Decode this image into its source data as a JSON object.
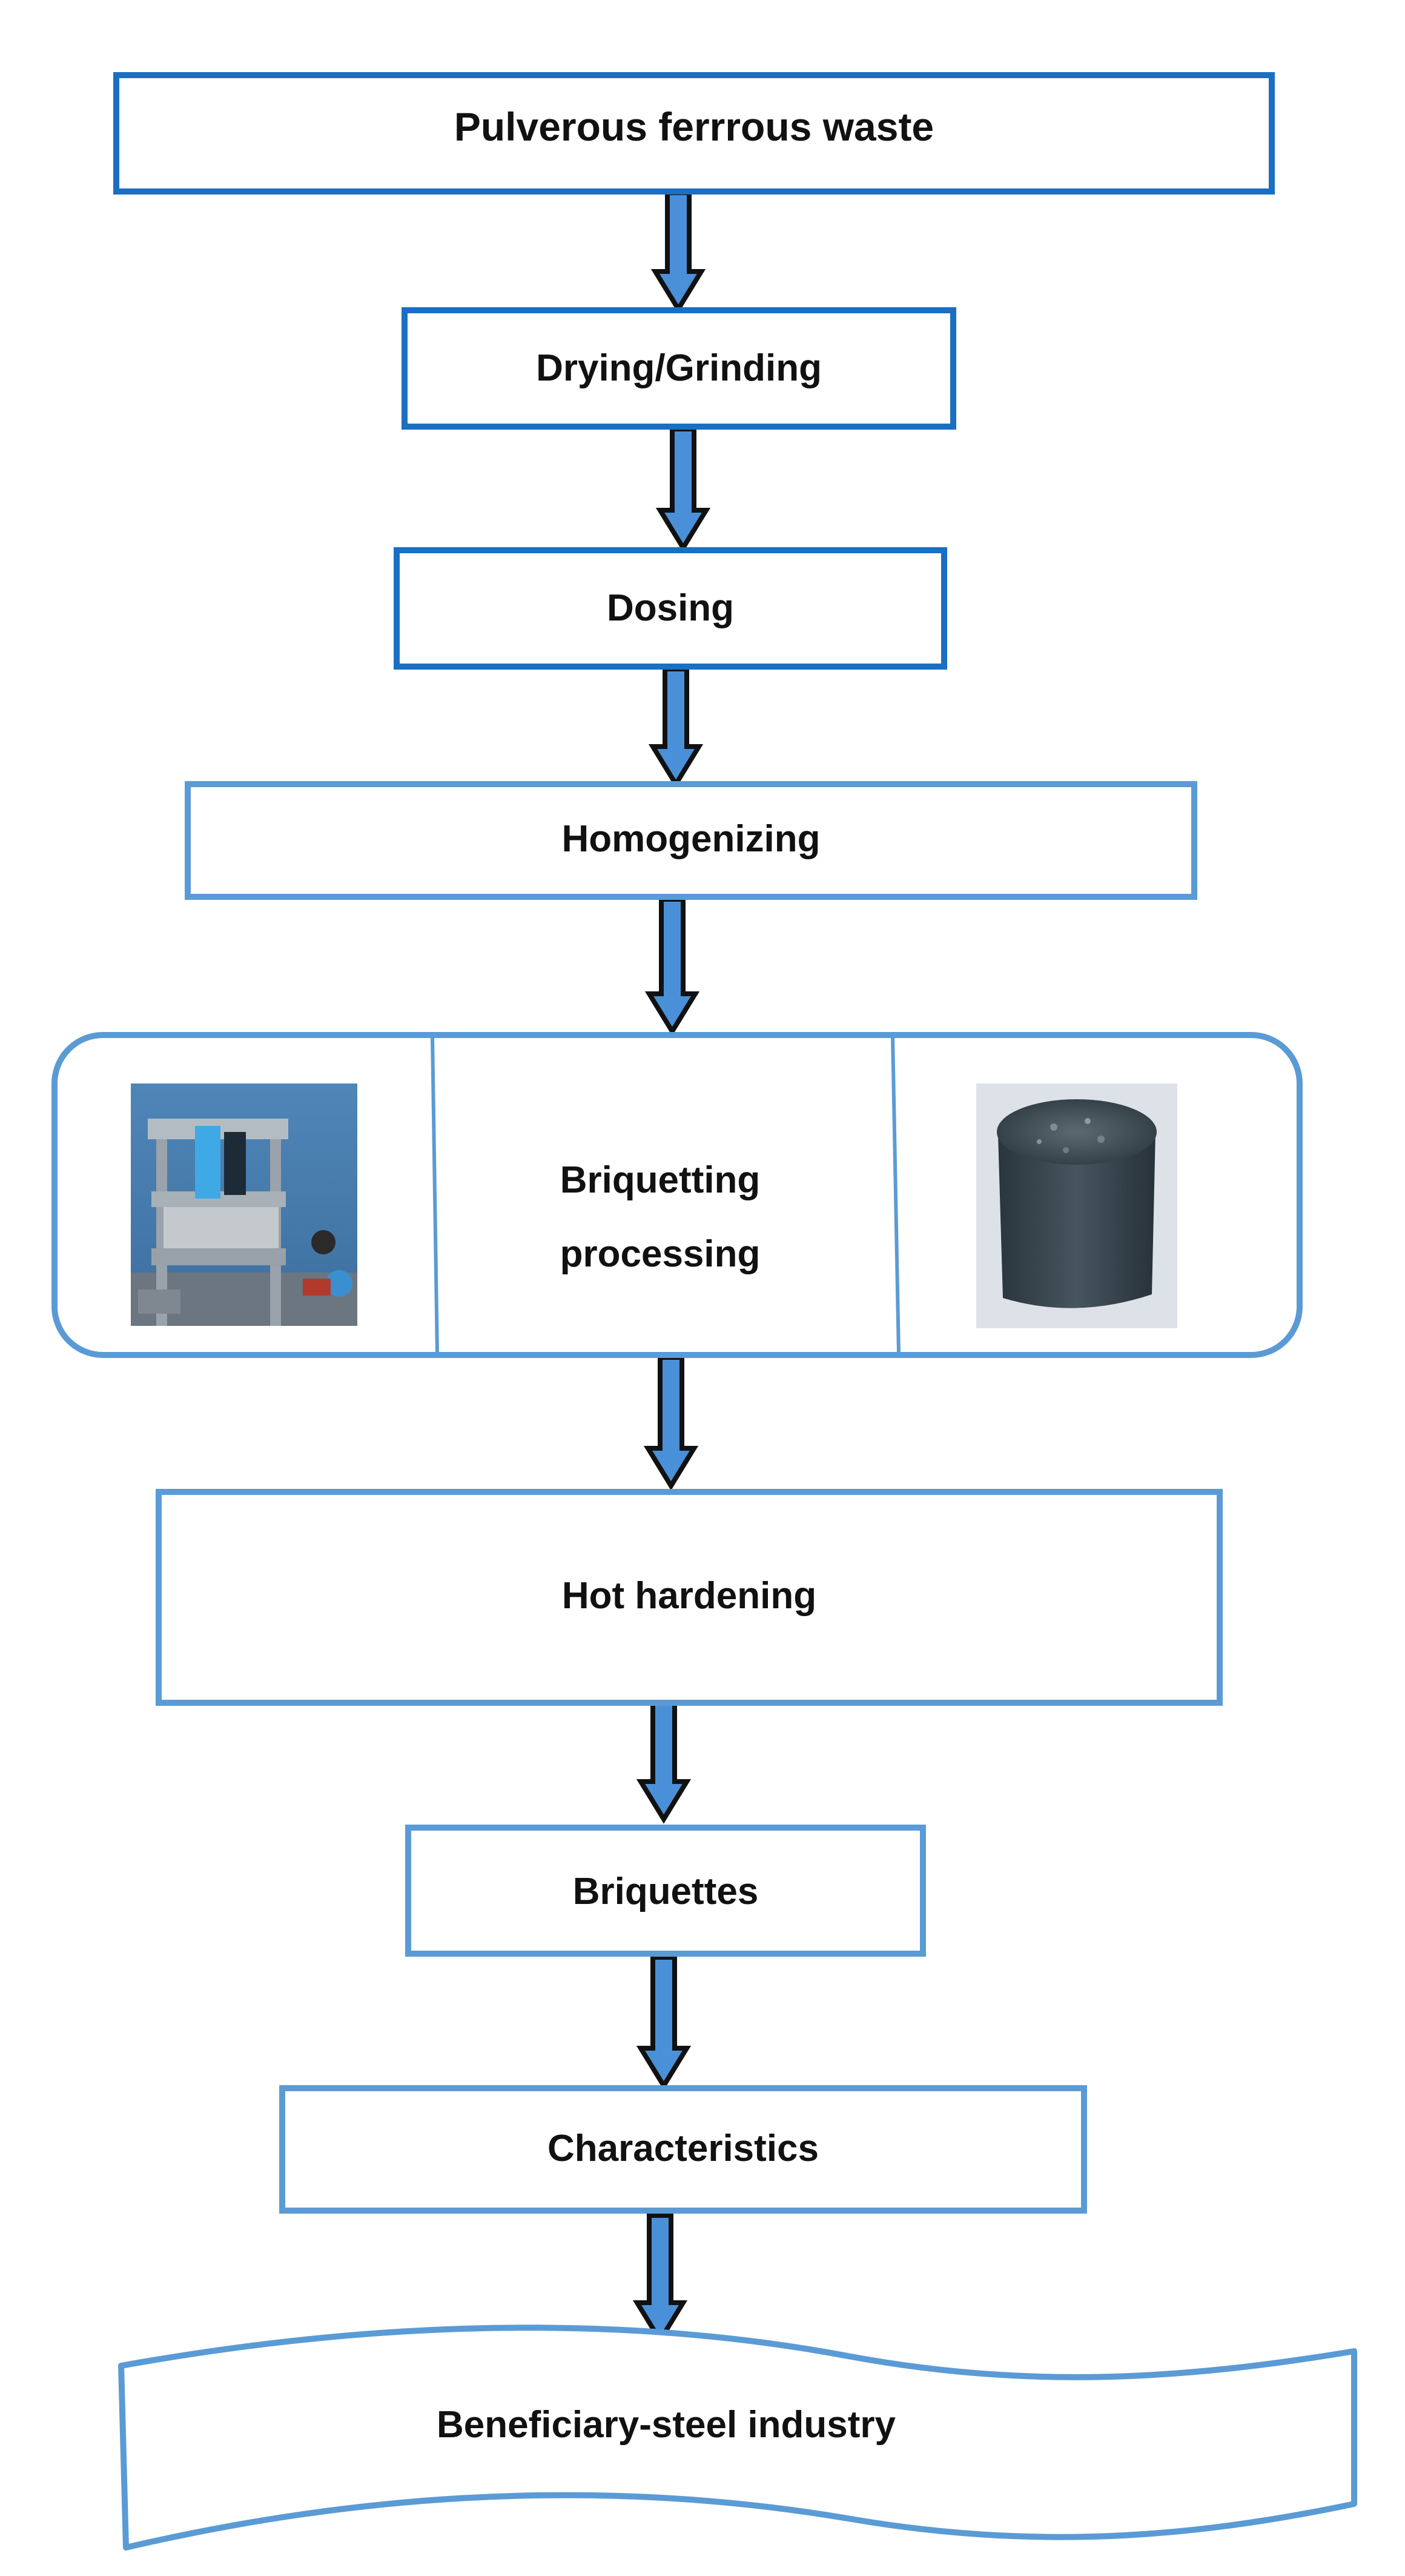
{
  "diagram": {
    "steps": {
      "pulverous": "Pulverous ferrrous waste",
      "drying": "Drying/Grinding",
      "dosing": "Dosing",
      "homogenizing": "Homogenizing",
      "briquetting_line1": "Briquetting",
      "briquetting_line2": "processing",
      "hot_hardening": "Hot hardening",
      "briquettes": "Briquettes",
      "characteristics": "Characteristics",
      "beneficiary": "Beneficiary-steel industry"
    },
    "images": {
      "left": "briquetting-press-photo",
      "right": "briquette-sample-photo"
    },
    "colors": {
      "box_dark": "#1b6fc2",
      "box_light": "#5b9bd5",
      "arrow_fill": "#4a90d9",
      "arrow_outline": "#111111"
    }
  }
}
